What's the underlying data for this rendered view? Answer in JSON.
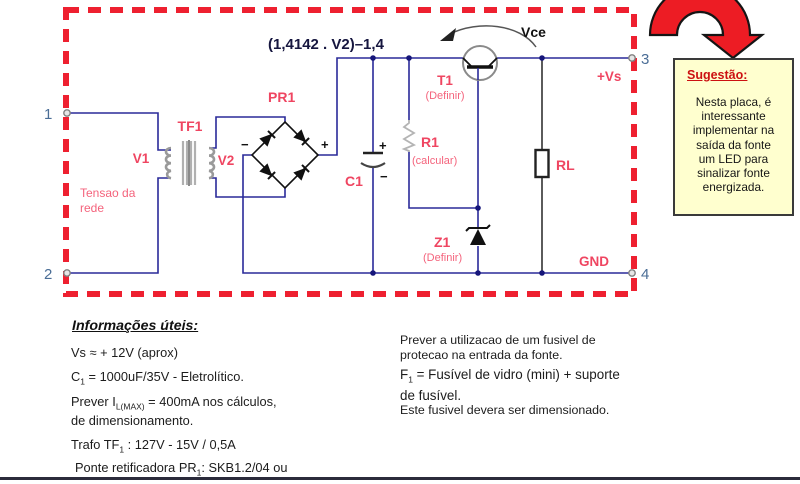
{
  "schematic": {
    "formula": "(1,4142 . V2)–1,4",
    "vce_label": "Vce",
    "transistor": {
      "name": "T1",
      "note": "(Definir)"
    },
    "bridge": {
      "name": "PR1",
      "minus": "−",
      "plus": "+"
    },
    "transformer": {
      "name": "TF1",
      "primary": "V1",
      "secondary": "V2"
    },
    "capacitor": {
      "name": "C1",
      "plus": "+",
      "minus": "−"
    },
    "resistor_r1": {
      "name": "R1",
      "note": "(calcular)"
    },
    "zener": {
      "name": "Z1",
      "note": "(Definir)"
    },
    "load": {
      "name": "RL"
    },
    "rails": {
      "vs": "+Vs",
      "gnd": "GND"
    },
    "mains_label_line1": "Tensao da",
    "mains_label_line2": "rede",
    "terminals": {
      "t1": "1",
      "t2": "2",
      "t3": "3",
      "t4": "4"
    }
  },
  "suggestion_box": {
    "title": "Sugestão:",
    "lines": [
      "Nesta placa, é",
      "interessante",
      "implementar na",
      "saída da fonte",
      "um LED para",
      "sinalizar fonte",
      "energizada."
    ]
  },
  "info_left": {
    "title": "Informações úteis:",
    "item_vs": "Vs ≈ + 12V (aprox)",
    "item_c1": {
      "pre": "C",
      "sub": "1",
      "post": " = 1000uF/35V - Eletrolítico."
    },
    "item_il": {
      "pre": "Prever I",
      "sub": "L(MAX)",
      "post": " = 400mA nos cálculos,",
      "line2": "de dimensionamento."
    },
    "item_trafo": {
      "pre": "Trafo TF",
      "sub": "1",
      "post": " : 127V - 15V / 0,5A"
    },
    "item_ponte": {
      "pre": "Ponte retificadora PR",
      "sub": "1",
      "post": ": SKB1.2/04 ou"
    }
  },
  "info_right": {
    "fuse_note_line1": "Prever a utilizacao de um fusivel de",
    "fuse_note_line2": "protecao na entrada da fonte.",
    "fuse_def": {
      "pre": "F",
      "sub": "1",
      "post": " = Fusível de vidro (mini) + suporte",
      "line2": "de fusível."
    },
    "fuse_sizing": "Este fusivel devera ser dimensionado."
  },
  "colors": {
    "board_border_red": "#ee2030",
    "label_red": "#ef4561",
    "arrow_red": "#ed1c24",
    "wire_blue": "#2a2a99",
    "suggestion_bg": "#ffffcf",
    "suggestion_title_red": "#cc1111",
    "terminal_number_blue": "#4a6d96"
  }
}
